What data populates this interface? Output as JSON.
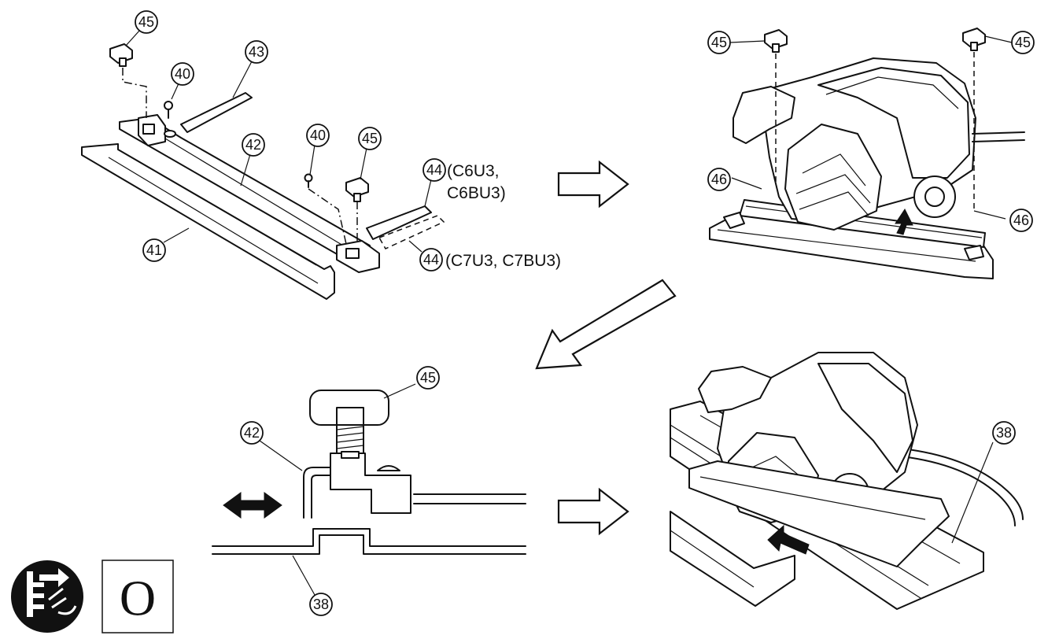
{
  "callouts": {
    "c45_a": "45",
    "c40_a": "40",
    "c43": "43",
    "c42_a": "42",
    "c40_b": "40",
    "c45_b": "45",
    "c44_a": "44",
    "c41": "41",
    "c44_b": "44",
    "c45_tl": "45",
    "c45_tr": "45",
    "c46_l": "46",
    "c46_r": "46",
    "c45_d": "45",
    "c42_b": "42",
    "c38_a": "38",
    "c38_b": "38"
  },
  "labels": {
    "model_a_line1": "(C6U3,",
    "model_a_line2": "C6BU3)",
    "model_b": "(C7U3, C7BU3)"
  },
  "symbols": {
    "unplug": "unplug-icon",
    "mode": "O"
  }
}
